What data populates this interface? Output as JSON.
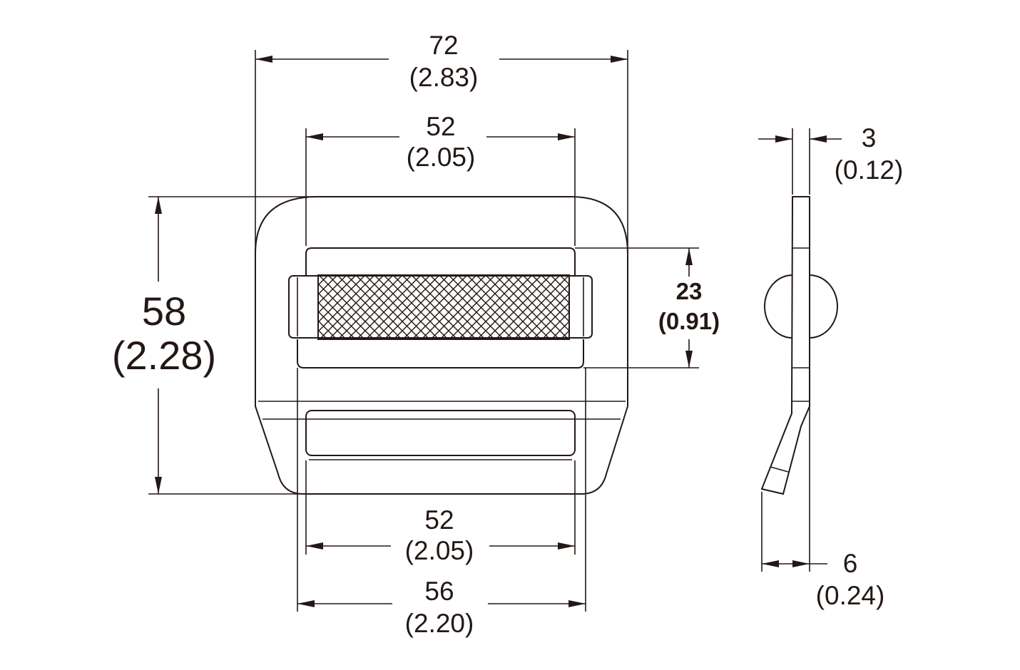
{
  "units": "mm (in)",
  "dimensions": {
    "overall_width": {
      "mm": "72",
      "in": "(2.83)"
    },
    "slot_width_top": {
      "mm": "52",
      "in": "(2.05)"
    },
    "overall_height": {
      "mm": "58",
      "in": "(2.28)"
    },
    "bar_height": {
      "mm": "23",
      "in": "(0.91)"
    },
    "slot_width_bottom": {
      "mm": "52",
      "in": "(2.05)"
    },
    "outer_width": {
      "mm": "56",
      "in": "(2.20)"
    },
    "thickness": {
      "mm": "3",
      "in": "(0.12)"
    },
    "offset": {
      "mm": "6",
      "in": "(0.24)"
    }
  },
  "colors": {
    "line": "#231815",
    "background": "#ffffff"
  }
}
